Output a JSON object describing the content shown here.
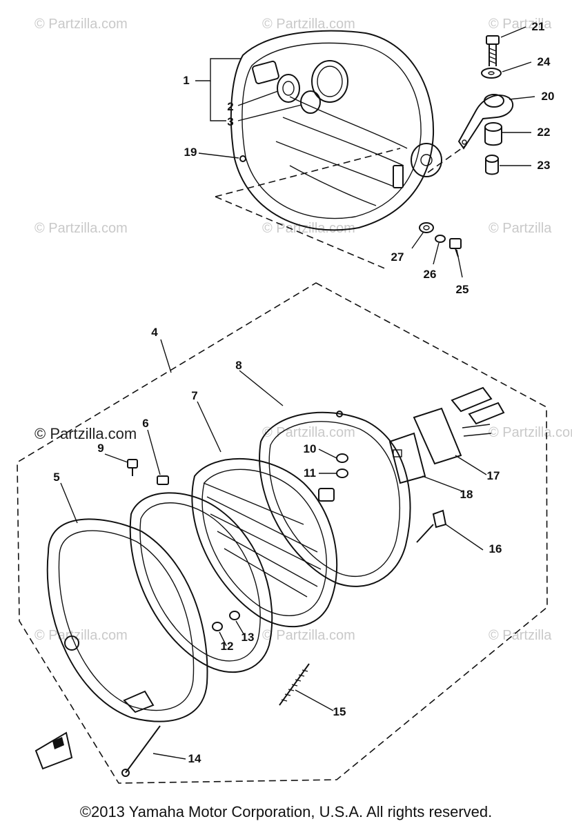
{
  "watermarks": [
    "© Partzilla.com",
    "© Partzilla.com",
    "© Partzilla",
    "© Partzilla.com",
    "© Partzilla.com",
    "© Partzilla",
    "© Partzilla.com",
    "© Partzilla.com",
    "© Partzilla",
    "© Partzilla.com",
    "© Partzilla.com",
    "© Partzilla",
    "© Partzilla.com"
  ],
  "callouts": [
    "1",
    "2",
    "3",
    "19",
    "21",
    "24",
    "20",
    "22",
    "23",
    "27",
    "26",
    "25",
    "4",
    "8",
    "7",
    "6",
    "9",
    "5",
    "10",
    "11",
    "17",
    "18",
    "16",
    "12",
    "13",
    "15",
    "14"
  ],
  "copyright": "©2013 Yamaha Motor Corporation, U.S.A. All rights reserved.",
  "icons": {
    "front_arrow": "front-arrow-icon"
  }
}
